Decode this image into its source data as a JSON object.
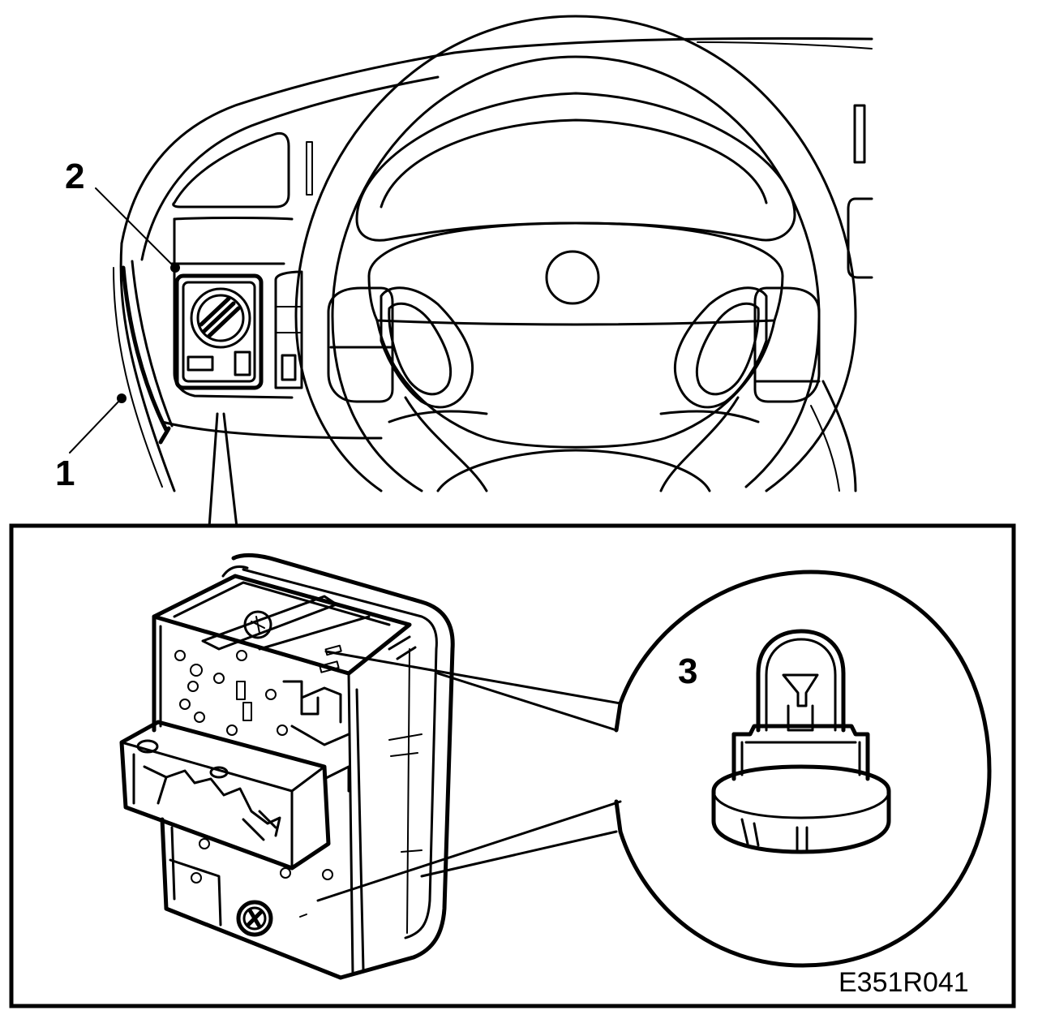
{
  "callouts": {
    "one": "1",
    "two": "2",
    "three": "3"
  },
  "figure_code": "E351R041"
}
